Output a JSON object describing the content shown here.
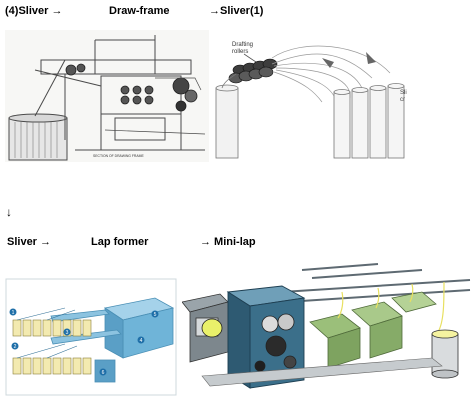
{
  "top_row": {
    "label_1": "(4)Sliver →",
    "label_2": "Draw-frame",
    "label_3": "→Sliver(1)"
  },
  "down_arrow": "↓",
  "bottom_row": {
    "label_1": "Sliver →",
    "label_2": "Lap former",
    "label_3": "→ Mini-lap"
  },
  "drawframe_panel": {
    "caption": "SECTION OF DRAWING FRAME"
  },
  "sliver_panel": {
    "annotation_rollers": "Drafting\nrollers",
    "annotation_side": "Sli\ncr"
  },
  "lapformer_panel": {
    "markers": [
      "1",
      "2",
      "3",
      "4",
      "5",
      "6"
    ]
  },
  "colors": {
    "sketch_line": "#4a4a4a",
    "lap_blue": "#6fb4d8",
    "lap_cream": "#f3eab0",
    "machine_blue": "#3b6f8a",
    "machine_green": "#9bbf7a",
    "rail_grey": "#5e6a72"
  }
}
